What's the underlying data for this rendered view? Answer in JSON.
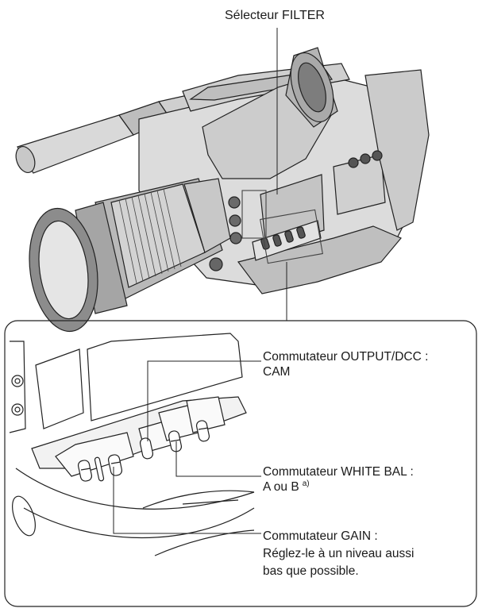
{
  "diagram": {
    "top_label": "Sélecteur FILTER",
    "callouts": {
      "output_dcc": {
        "line1": "Commutateur OUTPUT/DCC :",
        "line2": "CAM"
      },
      "white_bal": {
        "line1": "Commutateur WHITE BAL :",
        "line2": "A ou B",
        "footnote_mark": "a)"
      },
      "gain": {
        "line1": "Commutateur GAIN :",
        "line2": "Réglez-le à un niveau aussi",
        "line3": "bas que possible."
      }
    }
  }
}
